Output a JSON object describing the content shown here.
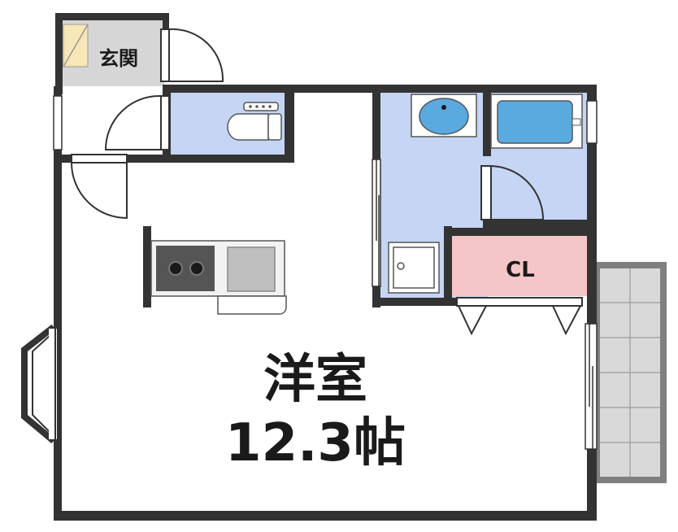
{
  "floorplan": {
    "rooms": {
      "entrance": {
        "label": "玄関"
      },
      "main_room": {
        "type_label": "洋室",
        "size_label": "12.3帖"
      },
      "closet": {
        "label": "CL"
      }
    }
  },
  "colors": {
    "wall": "#333333",
    "wet_area": "#c5d5f3",
    "closet": "#f4c6c9",
    "entrance_floor": "#d6d6d6",
    "balcony": "#bfbfbf",
    "fixture_blue": "#5aa9df",
    "stove": "#555555",
    "sink": "#d9d9d9"
  }
}
